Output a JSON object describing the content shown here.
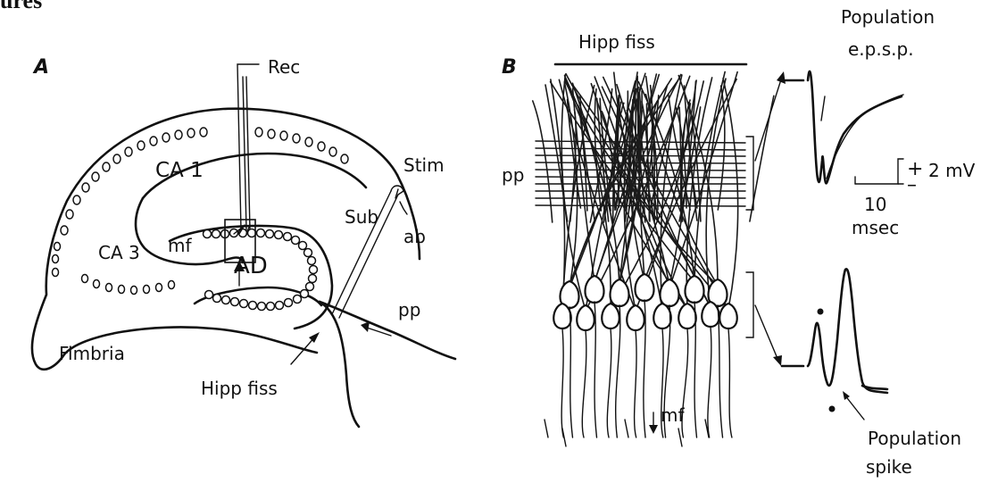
{
  "heading": "ures",
  "panel_a": {
    "letter": "A",
    "labels": {
      "rec": "Rec",
      "stim": "Stim",
      "ca1": "CA 1",
      "ca3": "CA 3",
      "sub": "Sub",
      "ab": "ab",
      "mf": "mf",
      "ad": "AD",
      "pp": "pp",
      "fimbria": "Fimbria",
      "hipp_fiss": "Hipp fiss"
    }
  },
  "panel_b": {
    "letter": "B",
    "labels": {
      "hipp_fiss": "Hipp fiss",
      "pp": "pp",
      "mf": "mf"
    },
    "traces": {
      "epsp_label_1": "Population",
      "epsp_label_2": "e.p.s.p.",
      "scale_time_value": "10",
      "scale_time_unit": "msec",
      "scale_plus": "+",
      "scale_minus": "–",
      "scale_voltage": "2 mV",
      "spike_label_1": "Population",
      "spike_label_2": "spike"
    }
  }
}
